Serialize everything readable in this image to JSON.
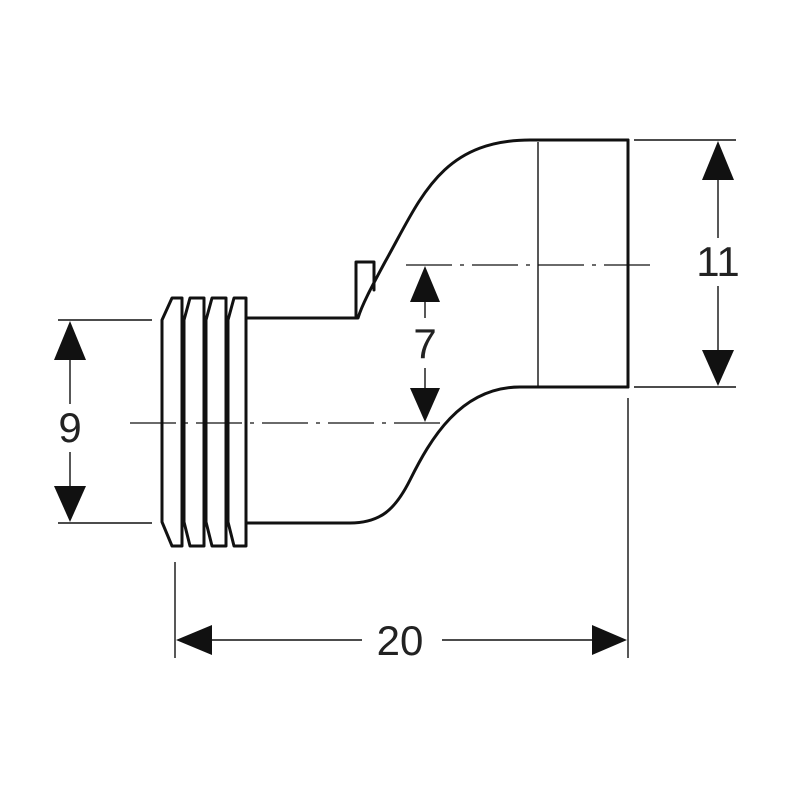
{
  "dimensions": {
    "width_overall": "20",
    "outlet_height": "11",
    "offset": "7",
    "inlet_height": "9"
  },
  "colors": {
    "line": "#111111",
    "background": "#ffffff"
  }
}
